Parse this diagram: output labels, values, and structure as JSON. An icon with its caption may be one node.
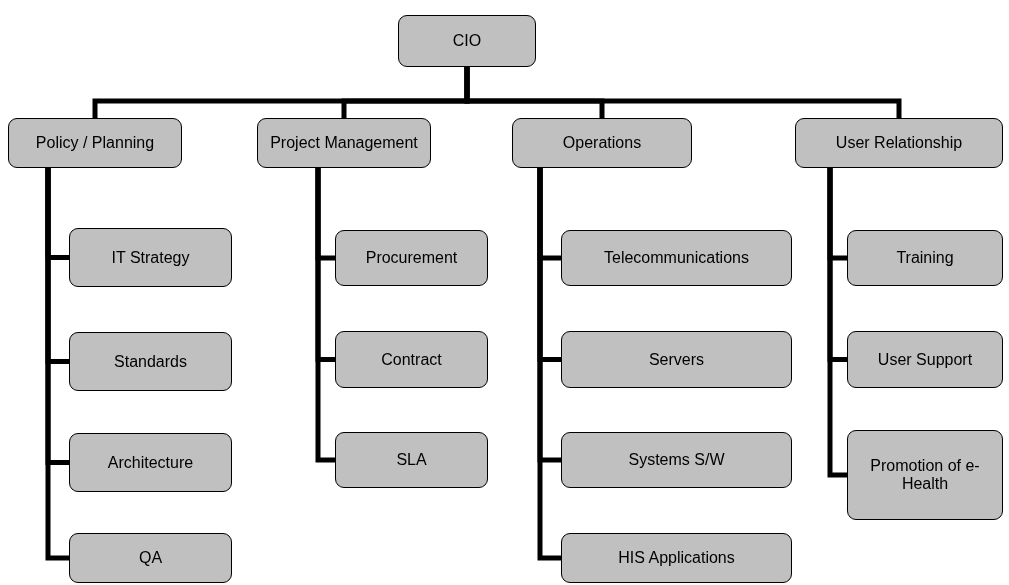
{
  "diagram": {
    "nodes": [
      {
        "text": [
          "CIO"
        ]
      },
      {
        "text": [
          "Policy / Planning"
        ]
      },
      {
        "text": [
          "Project Management"
        ]
      },
      {
        "text": [
          "Operations"
        ]
      },
      {
        "text": [
          "User Relationship"
        ]
      },
      {
        "text": [
          "IT Strategy"
        ]
      },
      {
        "text": [
          "Standards"
        ]
      },
      {
        "text": [
          "Architecture"
        ]
      },
      {
        "text": [
          "QA"
        ]
      },
      {
        "text": [
          "Procurement"
        ]
      },
      {
        "text": [
          "Contract"
        ]
      },
      {
        "text": [
          "SLA"
        ]
      },
      {
        "text": [
          "Telecommunications"
        ]
      },
      {
        "text": [
          "Servers"
        ]
      },
      {
        "text": [
          "Systems S/W"
        ]
      },
      {
        "text": [
          "HIS Applications"
        ]
      },
      {
        "text": [
          "Training"
        ]
      },
      {
        "text": [
          "User Support"
        ]
      },
      {
        "text": [
          "Promotion of e-Health"
        ]
      }
    ],
    "edges": [
      {
        "from": 0,
        "to": 1,
        "arrow": "none"
      },
      {
        "from": 0,
        "to": 2,
        "arrow": "none"
      },
      {
        "from": 0,
        "to": 3,
        "arrow": "none"
      },
      {
        "from": 0,
        "to": 4,
        "arrow": "none"
      },
      {
        "from": 1,
        "to": 5,
        "arrow": "none"
      },
      {
        "from": 1,
        "to": 6,
        "arrow": "none"
      },
      {
        "from": 1,
        "to": 7,
        "arrow": "none"
      },
      {
        "from": 1,
        "to": 8,
        "arrow": "none"
      },
      {
        "from": 2,
        "to": 9,
        "arrow": "none"
      },
      {
        "from": 2,
        "to": 10,
        "arrow": "none"
      },
      {
        "from": 2,
        "to": 11,
        "arrow": "none"
      },
      {
        "from": 3,
        "to": 12,
        "arrow": "none"
      },
      {
        "from": 3,
        "to": 13,
        "arrow": "none"
      },
      {
        "from": 3,
        "to": 14,
        "arrow": "none"
      },
      {
        "from": 3,
        "to": 15,
        "arrow": "none"
      },
      {
        "from": 4,
        "to": 16,
        "arrow": "none"
      },
      {
        "from": 4,
        "to": 17,
        "arrow": "none"
      },
      {
        "from": 4,
        "to": 18,
        "arrow": "none"
      }
    ]
  }
}
